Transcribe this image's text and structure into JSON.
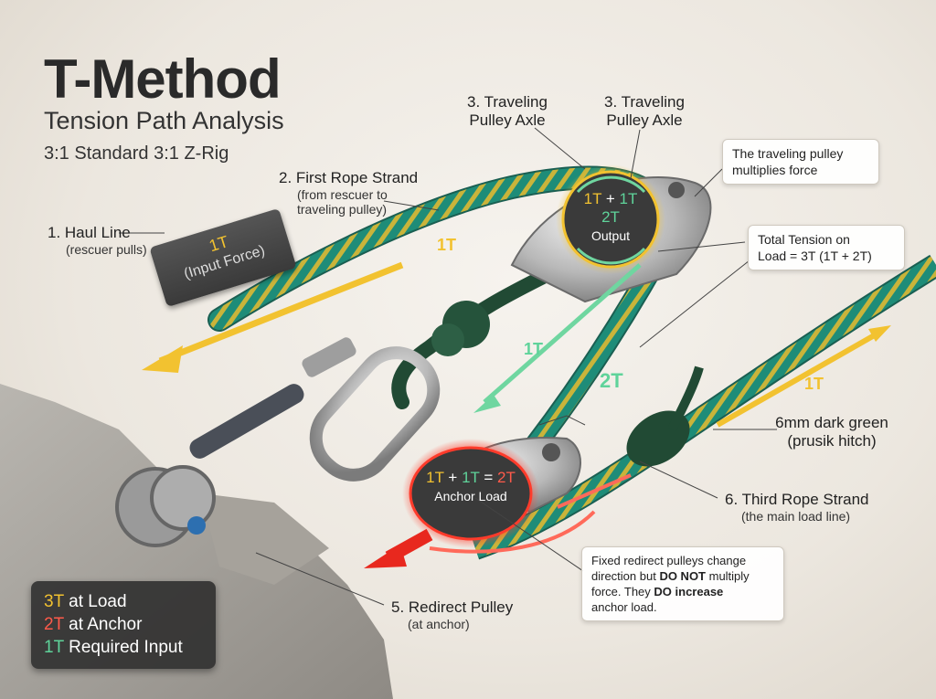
{
  "title": "T-Method",
  "subtitle": "Tension Path Analysis",
  "subtitle2": "3:1 Standard 3:1 Z-Rig",
  "labels": {
    "haul_line": {
      "main": "1. Haul Line",
      "sub": "(rescuer pulls)"
    },
    "first_strand": {
      "main": "2. First Rope Strand",
      "sub1": "(from rescuer to",
      "sub2": "traveling pulley)"
    },
    "axle_a": {
      "line1": "3. Traveling",
      "line2": "Pulley Axle"
    },
    "axle_b": {
      "line1": "3. Traveling",
      "line2": "Pulley Axle"
    },
    "prusik": {
      "main": "6mm dark green",
      "sub": "(prusik hitch)"
    },
    "third_strand": {
      "main": "6. Third Rope Strand",
      "sub": "(the main load line)"
    },
    "redirect": {
      "main": "5. Redirect Pulley",
      "sub": "(at anchor)"
    }
  },
  "callouts": {
    "multiplies": {
      "line1": "The traveling pulley",
      "line2": "multiplies force"
    },
    "total": {
      "line1": "Total Tension on",
      "line2": "Load = 3T (1T + 2T)"
    },
    "redirect_note": {
      "t1": "Fixed redirect pulleys change",
      "t2": "direction but ",
      "t3": "DO NOT",
      "t4": " multiply",
      "t5": "force. They ",
      "t6": "DO increase",
      "t7": "anchor load."
    }
  },
  "input_tag": {
    "value": "1T",
    "label": "(Input Force)"
  },
  "traveling_badge": {
    "a": "1T",
    "plus": " + ",
    "b": "1T",
    "sum": "2T",
    "label": "Output"
  },
  "anchor_badge": {
    "a": "1T",
    "plus": " + ",
    "b": "1T",
    "eq": " = ",
    "sum": "2T",
    "label": "Anchor Load"
  },
  "tension_marks": {
    "strand1": "1T",
    "strand2": "1T",
    "middle": "2T",
    "strand3": "1T"
  },
  "legend": [
    {
      "value": "3T",
      "text": " at Load",
      "color": "#f2c230"
    },
    {
      "value": "2T",
      "text": " at Anchor",
      "color": "#ff5a4a"
    },
    {
      "value": "1T",
      "text": " Required Input",
      "color": "#5fd39a"
    }
  ],
  "colors": {
    "rope_green": "#1e8c78",
    "rope_yellow": "#c9b43a",
    "arrow_yellow": "#f2c230",
    "arrow_green": "#6fd6a0",
    "arrow_red": "#e8281e",
    "prusik": "#214a34"
  }
}
